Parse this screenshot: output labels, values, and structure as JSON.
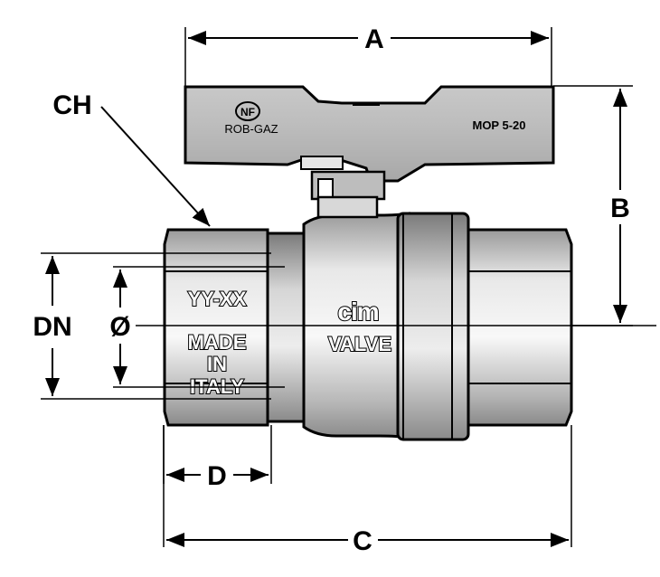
{
  "dimensions": {
    "a": "A",
    "b": "B",
    "c": "C",
    "d": "D",
    "dn": "DN",
    "phi": "Ø",
    "ch": "CH"
  },
  "handle": {
    "logo": "NF",
    "brand": "ROB-GAZ",
    "pressure": "MOP 5-20"
  },
  "body": {
    "code": "YY-XX",
    "origin_line1": "MADE",
    "origin_line2": "IN",
    "origin_line3": "ITALY",
    "maker": "cim",
    "maker_line2": "VALVE"
  }
}
